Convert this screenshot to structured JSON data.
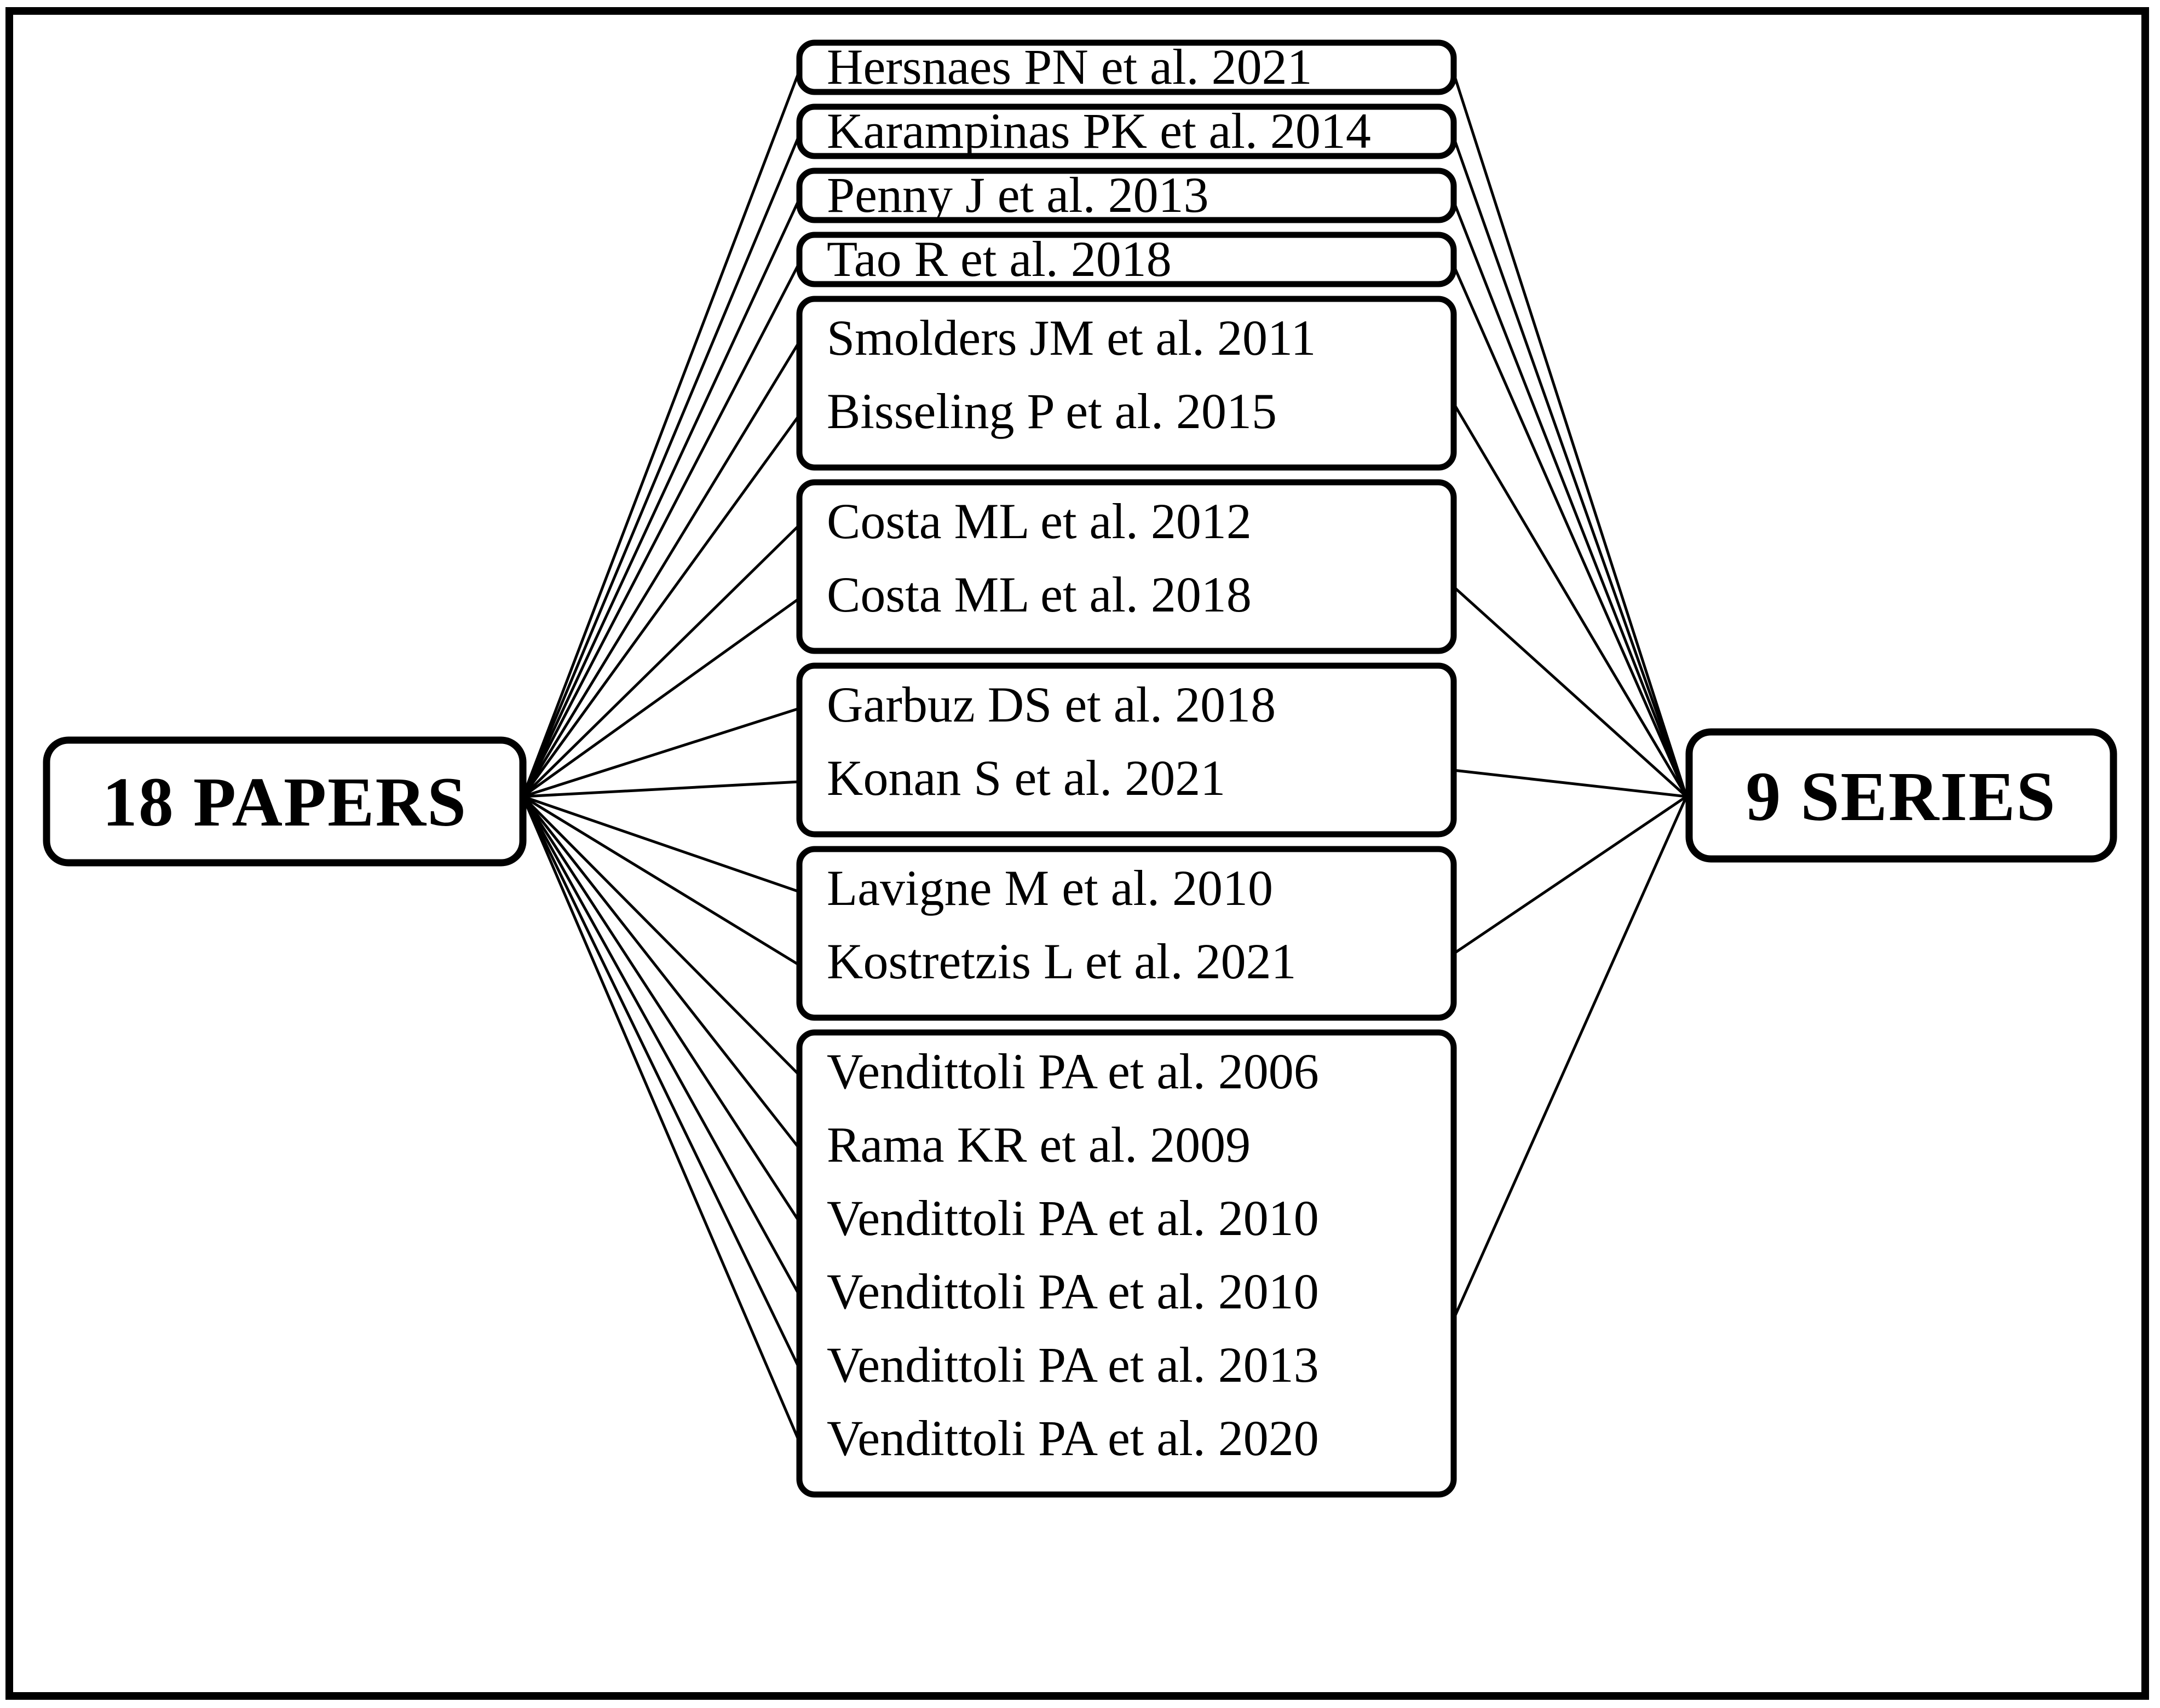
{
  "diagram": {
    "title_left": "18 PAPERS",
    "title_right": "9 SERIES",
    "left_node": {
      "label": "18 PAPERS"
    },
    "right_node": {
      "label": "9 SERIES"
    },
    "series_groups": [
      {
        "group_index": 1,
        "papers": [
          "Hersnaes PN et al. 2021"
        ]
      },
      {
        "group_index": 2,
        "papers": [
          "Karampinas PK et al. 2014"
        ]
      },
      {
        "group_index": 3,
        "papers": [
          "Penny J et al. 2013"
        ]
      },
      {
        "group_index": 4,
        "papers": [
          "Tao R et al. 2018"
        ]
      },
      {
        "group_index": 5,
        "papers": [
          "Smolders JM et al. 2011",
          "Bisseling P et al. 2015"
        ]
      },
      {
        "group_index": 6,
        "papers": [
          "Costa ML et al. 2012",
          "Costa ML et al. 2018"
        ]
      },
      {
        "group_index": 7,
        "papers": [
          "Garbuz DS et al. 2018",
          "Konan S et al. 2021"
        ]
      },
      {
        "group_index": 8,
        "papers": [
          "Lavigne M et al. 2010",
          "Kostretzis L et al. 2021"
        ]
      },
      {
        "group_index": 9,
        "papers": [
          "Vendittoli PA et al. 2006",
          "Rama KR et al. 2009",
          "Vendittoli PA et al. 2010",
          "Vendittoli PA et al. 2010",
          "Vendittoli PA et al. 2013",
          "Vendittoli PA et al. 2020"
        ]
      }
    ],
    "counts": {
      "papers": 18,
      "series": 9
    },
    "colors": {
      "stroke": "#000000",
      "fill": "#ffffff",
      "text": "#000000"
    }
  }
}
